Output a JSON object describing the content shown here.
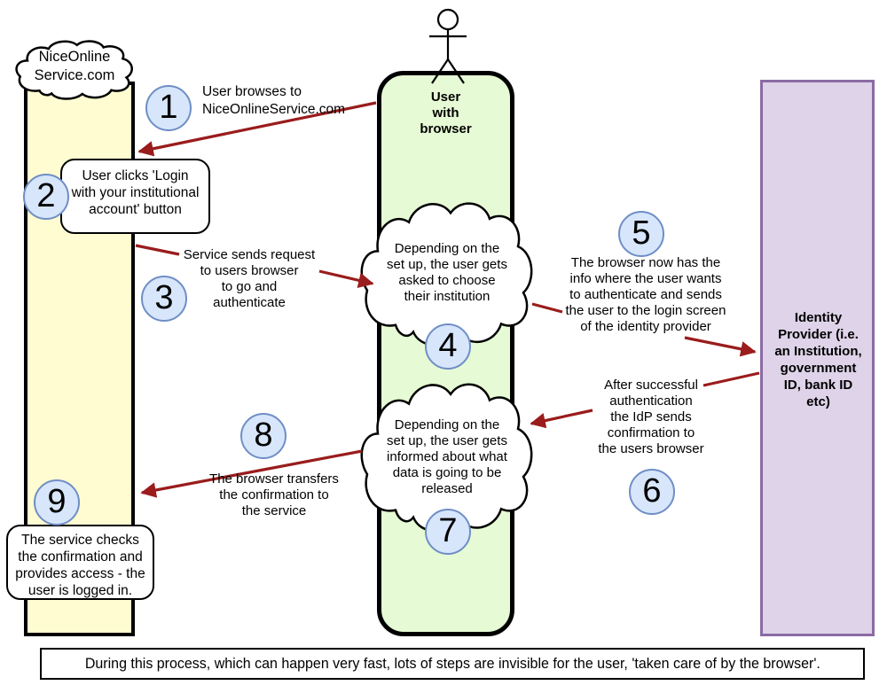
{
  "colors": {
    "arrow": "#9a1c1c",
    "service_lane_fill": "#fffcd1",
    "browser_lane_fill": "#e6fbd5",
    "idp_lane_fill": "#ded3e8",
    "idp_lane_border": "#8b6ba4",
    "step_circle_fill": "#d7e6fb",
    "step_circle_border": "#6f8ec5"
  },
  "service_cloud": {
    "label": "NiceOnline\nService.com"
  },
  "browser_lane": {
    "title": "User\nwith\nbrowser"
  },
  "idp_lane": {
    "title": "Identity\nProvider (i.e.\nan Institution,\ngovernment\nID, bank ID\netc)"
  },
  "steps": [
    {
      "num": "1",
      "text": "User browses to\nNiceOnlineService.com"
    },
    {
      "num": "2",
      "text": "User clicks 'Login\nwith your institutional\naccount' button"
    },
    {
      "num": "3",
      "text": "Service sends request\nto users browser\nto go and\nauthenticate"
    },
    {
      "num": "4",
      "text": "Depending on the\nset up, the user gets\nasked to choose\ntheir institution"
    },
    {
      "num": "5",
      "text": "The browser now has the\ninfo where the user wants\nto authenticate and sends\nthe user to the login screen\nof the identity provider"
    },
    {
      "num": "6",
      "text": "After successful\nauthentication\nthe IdP sends\nconfirmation to\nthe users browser"
    },
    {
      "num": "7",
      "text": "Depending on the\nset up, the user gets\ninformed about what\ndata is going to be\nreleased"
    },
    {
      "num": "8",
      "text": "The browser transfers\nthe confirmation to\nthe service"
    },
    {
      "num": "9",
      "text": "The service checks\nthe confirmation and\nprovides access - the\nuser is logged in."
    }
  ],
  "note": "During this process, which can happen very fast, lots of steps are invisible for the user, 'taken care of by the browser'."
}
